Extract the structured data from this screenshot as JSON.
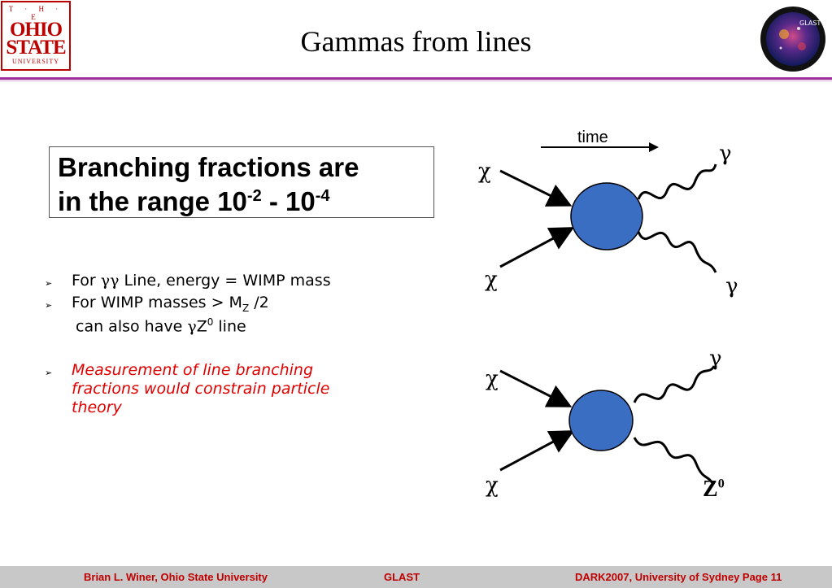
{
  "header": {
    "logo": {
      "line1": "T · H · E",
      "line2": "OHIO",
      "line3": "STATE",
      "line4": "UNIVERSITY"
    },
    "title": "Gammas from lines",
    "glast_logo_text": "GLAST"
  },
  "headline": {
    "line1": "Branching fractions are",
    "line2_prefix": "in the range 10",
    "exp1": "-2",
    "middle": " - 10",
    "exp2": "-4"
  },
  "bullets": {
    "b1": {
      "prefix": "For ",
      "symbol": "γγ",
      "suffix": " Line, energy = WIMP mass"
    },
    "b2": {
      "prefix": "For WIMP masses > M",
      "sub": "Z",
      "suffix": " /2"
    },
    "b2_cont": {
      "prefix": "can also have ",
      "symbol": "γ",
      "z": "Z",
      "sup": "0",
      "suffix": " line"
    },
    "b3": {
      "line1": "Measurement of line branching",
      "line2": "fractions would constrain particle",
      "line3": "theory"
    }
  },
  "diagram": {
    "time_label": "time",
    "chi": "χ",
    "gamma": "γ",
    "z": "Z",
    "z_sup": "0",
    "blob_color": "#3a6ec2"
  },
  "footer": {
    "author": "Brian L. Winer, Ohio State University",
    "center": "GLAST",
    "right": "DARK2007,  University of Sydney   Page   11"
  },
  "colors": {
    "rule": "#9b2d9b",
    "footer_text": "#c00000",
    "emphasis": "#e00000"
  }
}
